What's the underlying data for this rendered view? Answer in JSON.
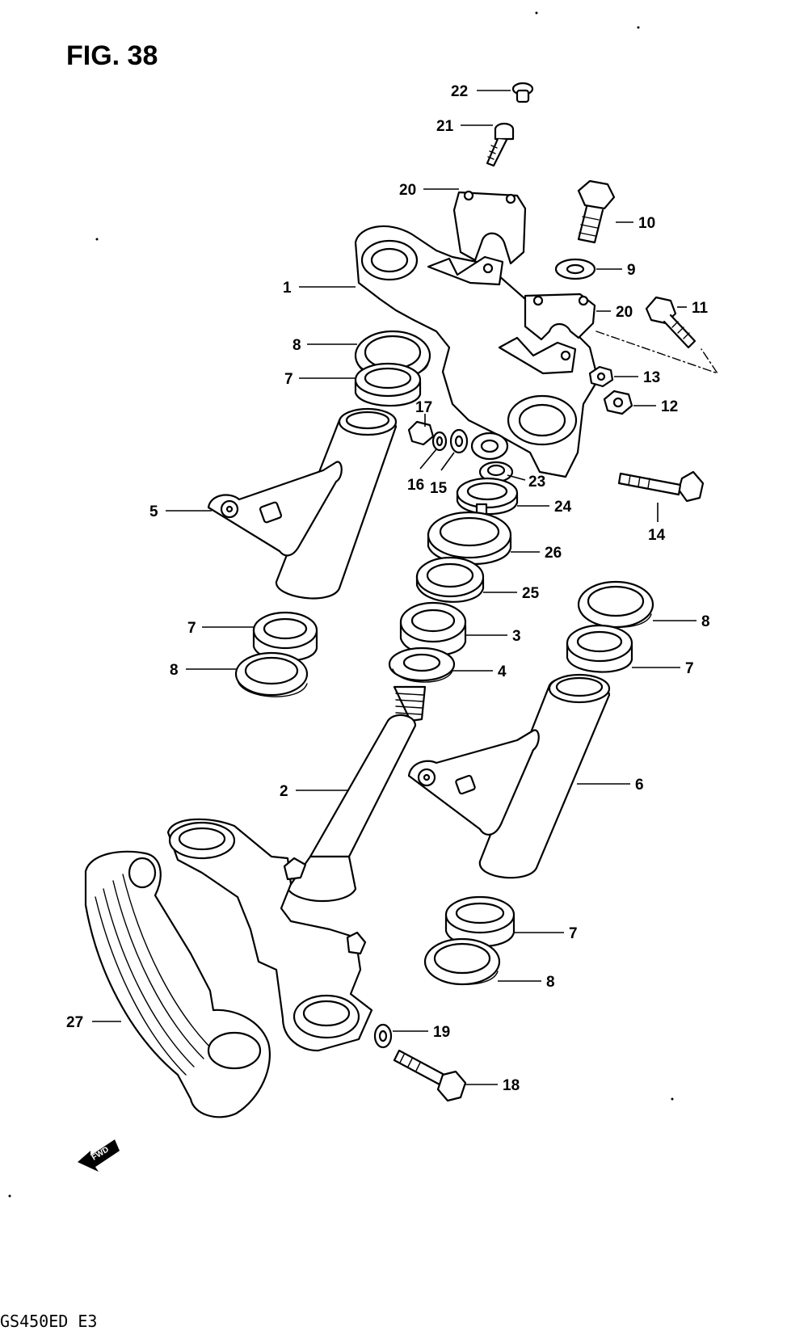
{
  "figure": {
    "title": "FIG. 38",
    "model_code": "GS450ED E3",
    "direction_label": "FWD"
  },
  "callouts": [
    {
      "id": "c22",
      "label": "22"
    },
    {
      "id": "c21",
      "label": "21"
    },
    {
      "id": "c20a",
      "label": "20"
    },
    {
      "id": "c10",
      "label": "10"
    },
    {
      "id": "c9",
      "label": "9"
    },
    {
      "id": "c1",
      "label": "1"
    },
    {
      "id": "c20b",
      "label": "20"
    },
    {
      "id": "c11",
      "label": "11"
    },
    {
      "id": "c8a",
      "label": "8"
    },
    {
      "id": "c13",
      "label": "13"
    },
    {
      "id": "c7a",
      "label": "7"
    },
    {
      "id": "c17",
      "label": "17"
    },
    {
      "id": "c12",
      "label": "12"
    },
    {
      "id": "c16",
      "label": "16"
    },
    {
      "id": "c15",
      "label": "15"
    },
    {
      "id": "c23",
      "label": "23"
    },
    {
      "id": "c5",
      "label": "5"
    },
    {
      "id": "c24",
      "label": "24"
    },
    {
      "id": "c14",
      "label": "14"
    },
    {
      "id": "c26",
      "label": "26"
    },
    {
      "id": "c25",
      "label": "25"
    },
    {
      "id": "c7b",
      "label": "7"
    },
    {
      "id": "c3",
      "label": "3"
    },
    {
      "id": "c8b",
      "label": "8"
    },
    {
      "id": "c8c",
      "label": "8"
    },
    {
      "id": "c4",
      "label": "4"
    },
    {
      "id": "c7c",
      "label": "7"
    },
    {
      "id": "c2",
      "label": "2"
    },
    {
      "id": "c6",
      "label": "6"
    },
    {
      "id": "c7d",
      "label": "7"
    },
    {
      "id": "c8d",
      "label": "8"
    },
    {
      "id": "c27",
      "label": "27"
    },
    {
      "id": "c19",
      "label": "19"
    },
    {
      "id": "c18",
      "label": "18"
    }
  ]
}
